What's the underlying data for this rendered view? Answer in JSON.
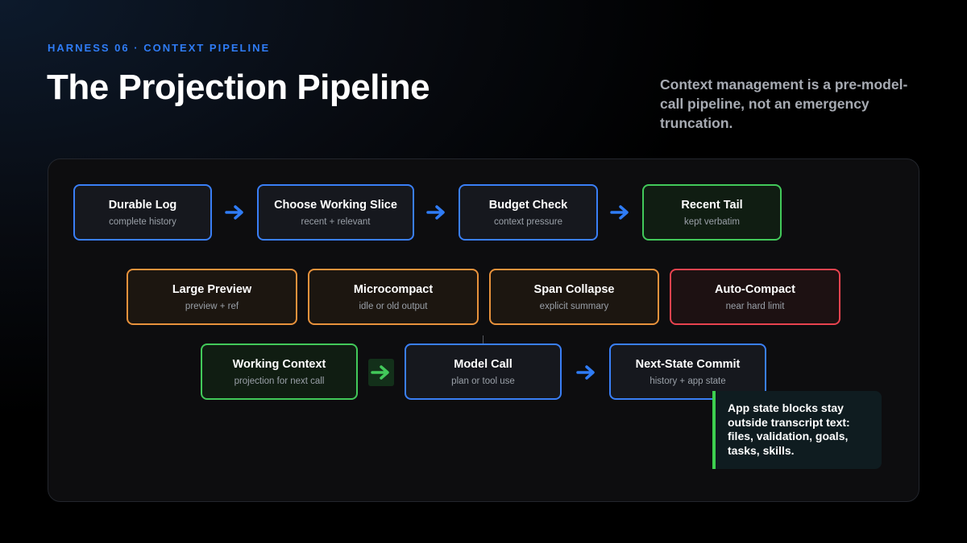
{
  "header": {
    "eyebrow": "HARNESS 06 · CONTEXT PIPELINE",
    "title": "The Projection Pipeline",
    "subtitle": "Context management is a pre-model-call pipeline, not an emergency truncation."
  },
  "colors": {
    "blue": "#3a7ff6",
    "green": "#42c95a",
    "orange": "#e8923c",
    "red": "#e8434f",
    "eyebrow": "#2f7cf6"
  },
  "pipeline": {
    "row1": [
      {
        "title": "Durable Log",
        "subtitle": "complete history",
        "color": "blue"
      },
      {
        "title": "Choose Working Slice",
        "subtitle": "recent + relevant",
        "color": "blue"
      },
      {
        "title": "Budget Check",
        "subtitle": "context pressure",
        "color": "blue"
      },
      {
        "title": "Recent Tail",
        "subtitle": "kept verbatim",
        "color": "green"
      }
    ],
    "row2": [
      {
        "title": "Large Preview",
        "subtitle": "preview + ref",
        "color": "orange"
      },
      {
        "title": "Microcompact",
        "subtitle": "idle or old output",
        "color": "orange"
      },
      {
        "title": "Span Collapse",
        "subtitle": "explicit summary",
        "color": "orange"
      },
      {
        "title": "Auto-Compact",
        "subtitle": "near hard limit",
        "color": "red"
      }
    ],
    "row3": [
      {
        "title": "Working Context",
        "subtitle": "projection for next call",
        "color": "green"
      },
      {
        "title": "Model Call",
        "subtitle": "plan or tool use",
        "color": "blue"
      },
      {
        "title": "Next-State Commit",
        "subtitle": "history + app state",
        "color": "blue"
      }
    ]
  },
  "note": {
    "text": "App state blocks stay outside transcript text: files, validation, goals, tasks, skills."
  }
}
